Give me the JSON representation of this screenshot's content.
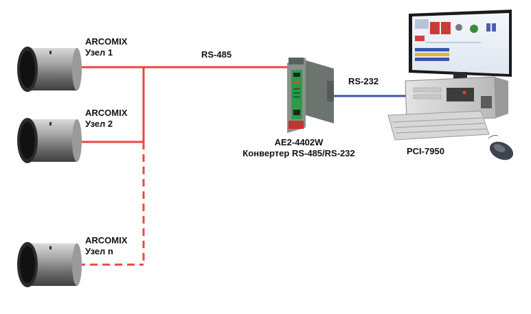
{
  "nodes": [
    {
      "name": "ARCOMIX",
      "sub": "Узел 1"
    },
    {
      "name": "ARCOMIX",
      "sub": "Узел 2"
    },
    {
      "name": "ARCOMIX",
      "sub": "Узел n"
    }
  ],
  "bus_label": "RS-485",
  "link_label": "RS-232",
  "converter": {
    "model": "AE2-4402W",
    "desc": "Конвертер RS-485/RS-232"
  },
  "computer": {
    "model": "PCI-7950"
  },
  "colors": {
    "rs485": "#e8473e",
    "rs232": "#3a55b0",
    "module_green": "#2f9a4a",
    "module_gray": "#6d7470"
  },
  "icons": [
    "sensor-cylinder-icon",
    "din-rail-converter-icon",
    "desktop-computer-icon",
    "keyboard-icon",
    "mouse-icon"
  ]
}
